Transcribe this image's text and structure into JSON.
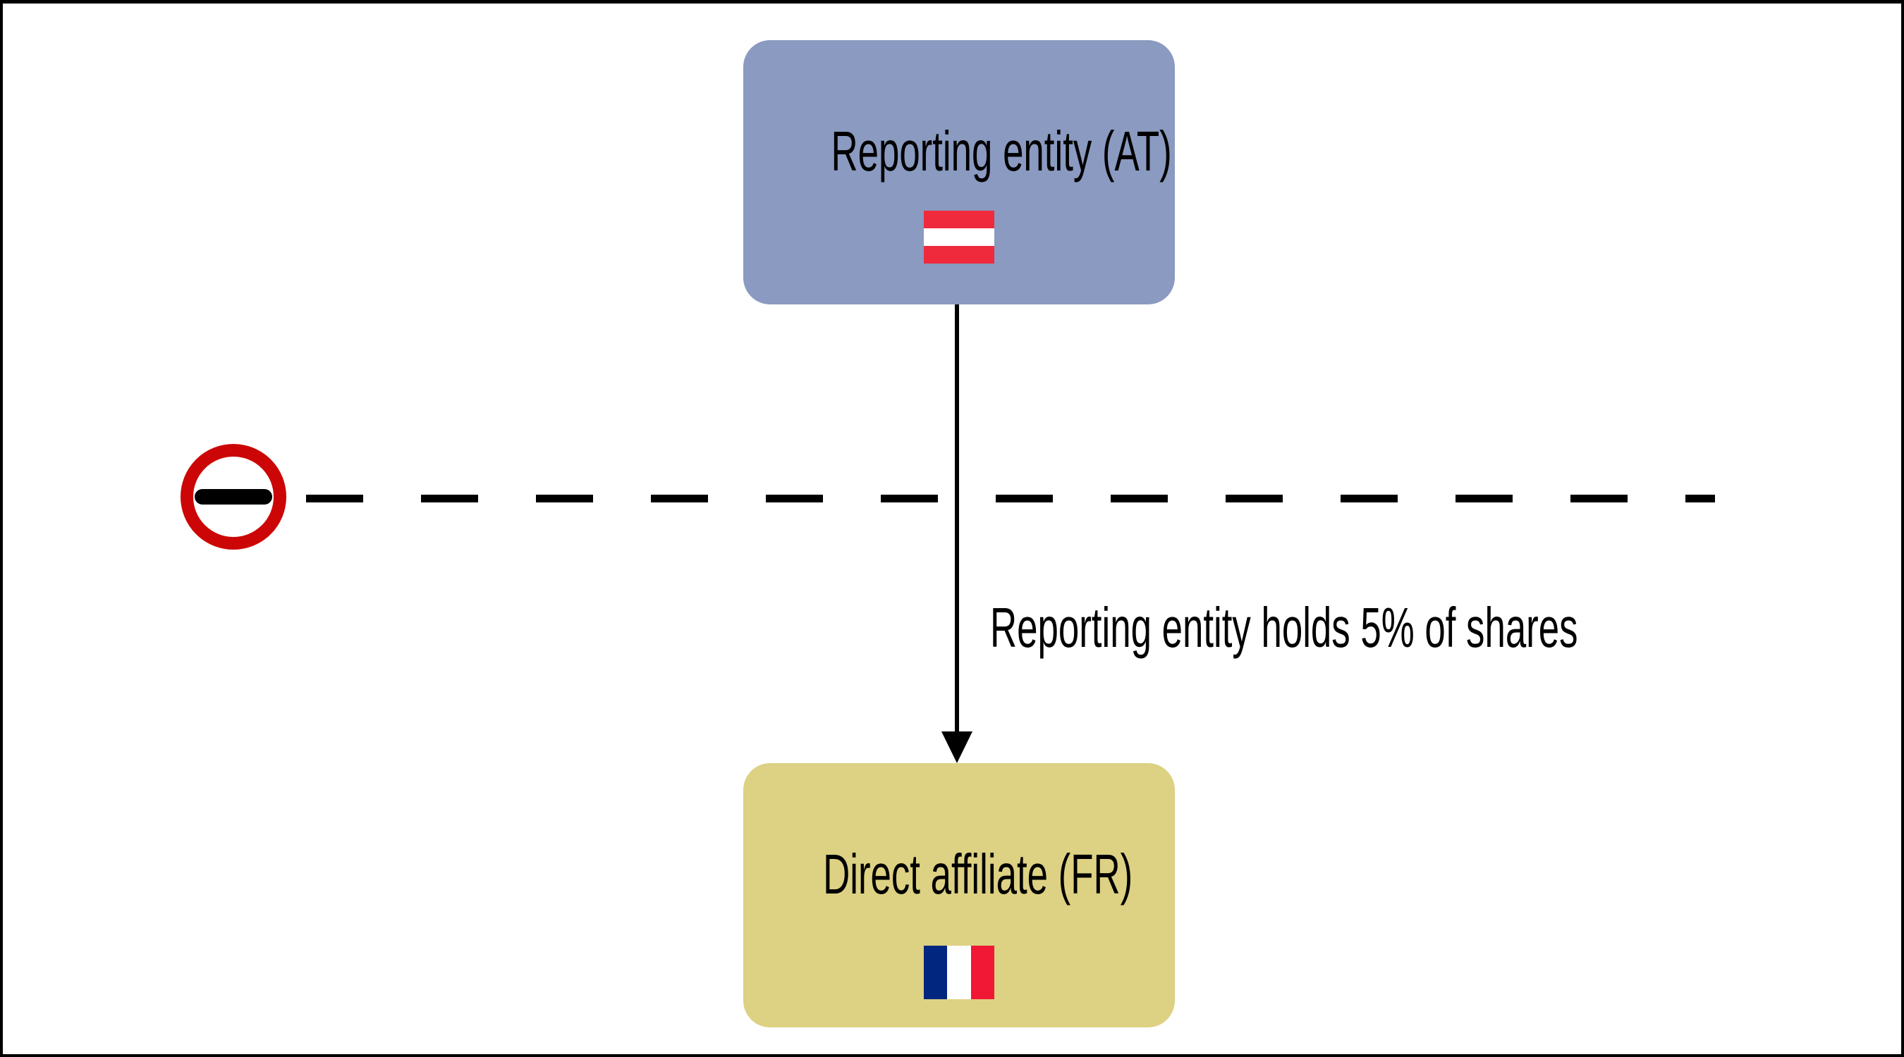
{
  "diagram": {
    "type": "ownership-structure",
    "nodes": [
      {
        "id": "reporting-entity",
        "label": "Reporting entity (AT)",
        "country_code": "AT",
        "flag": "austria-flag",
        "fill_color": "#8A9AC0"
      },
      {
        "id": "direct-affiliate",
        "label": "Direct affiliate (FR)",
        "country_code": "FR",
        "flag": "france-flag",
        "fill_color": "#DDD183"
      }
    ],
    "edge": {
      "from": "reporting-entity",
      "to": "direct-affiliate",
      "label": "Reporting entity holds 5% of shares",
      "share_percent": 5,
      "style": "solid-arrow",
      "color": "#000000"
    },
    "threshold_line": {
      "icon": "no-entry-icon",
      "icon_ring_color": "#CC0606",
      "icon_bar_color": "#000000",
      "style": "dashed",
      "color": "#000000"
    },
    "colors": {
      "canvas_background": "#FFFFFF",
      "frame_border": "#000000",
      "austria_flag_red": "#EE2A3C",
      "austria_flag_white": "#FFFFFF",
      "france_flag_blue": "#002680",
      "france_flag_white": "#FFFFFF",
      "france_flag_red": "#F01835"
    }
  }
}
